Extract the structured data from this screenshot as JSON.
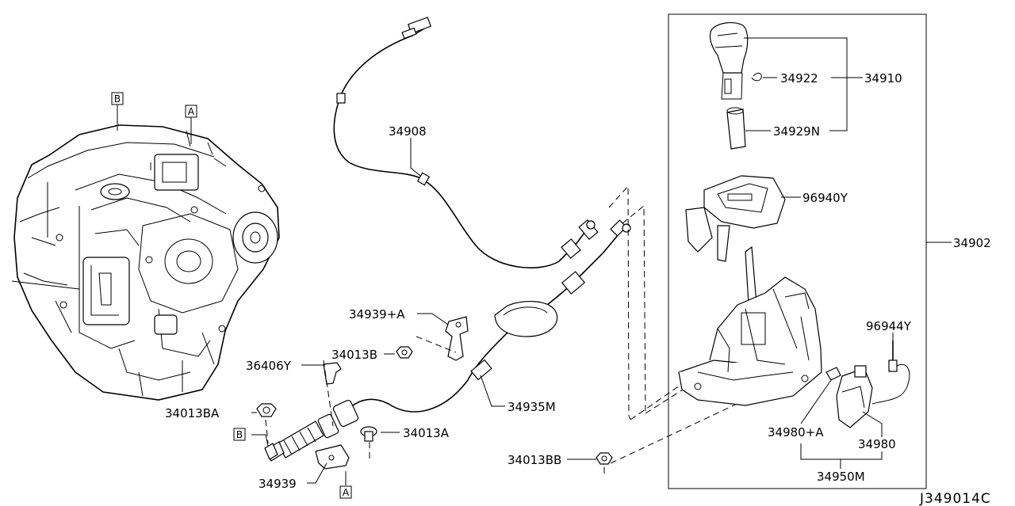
{
  "diagram": {
    "reference_code": "J349014C",
    "callout_labels": {
      "p34908": "34908",
      "p34922": "34922",
      "p34910": "34910",
      "p34929N": "34929N",
      "p96940Y": "96940Y",
      "p34902": "34902",
      "p34939A": "34939+A",
      "p34013B": "34013B",
      "p36406Y": "36406Y",
      "p34935M": "34935M",
      "p34013BA": "34013BA",
      "p34013A": "34013A",
      "p34013BB": "34013BB",
      "p34939": "34939",
      "p96944Y": "96944Y",
      "p34980A": "34980+A",
      "p34980": "34980",
      "p34950M": "34950M"
    },
    "box_markers": {
      "B_top": "B",
      "A_top": "A",
      "B_left": "B",
      "A_bottom": "A"
    }
  }
}
